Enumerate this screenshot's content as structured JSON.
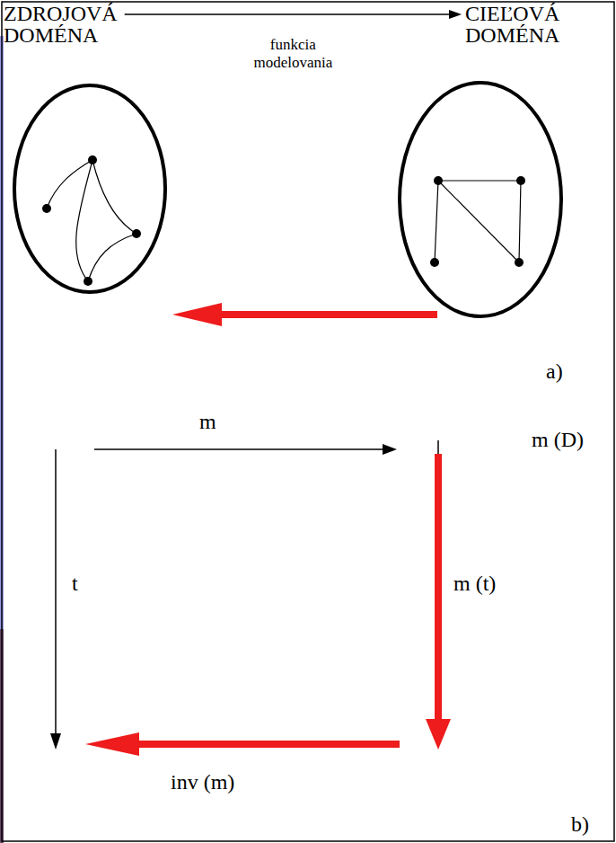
{
  "diagram": {
    "nodes": [
      {
        "text": [
          "ZDROJOVÁ DOMÉNA"
        ]
      },
      {
        "text": [
          "CIEĽOVÁ DOMÉNA"
        ]
      }
    ],
    "edges": [
      {
        "from": 0,
        "to": 1,
        "label": "funkcia modelovania",
        "arrow": "to"
      },
      {
        "from": 1,
        "to": 0,
        "arrow": "to"
      }
    ],
    "labels": [
      "a)",
      "m",
      "m (D)",
      "t",
      "m (t)",
      "inv (m)",
      "b)"
    ]
  }
}
